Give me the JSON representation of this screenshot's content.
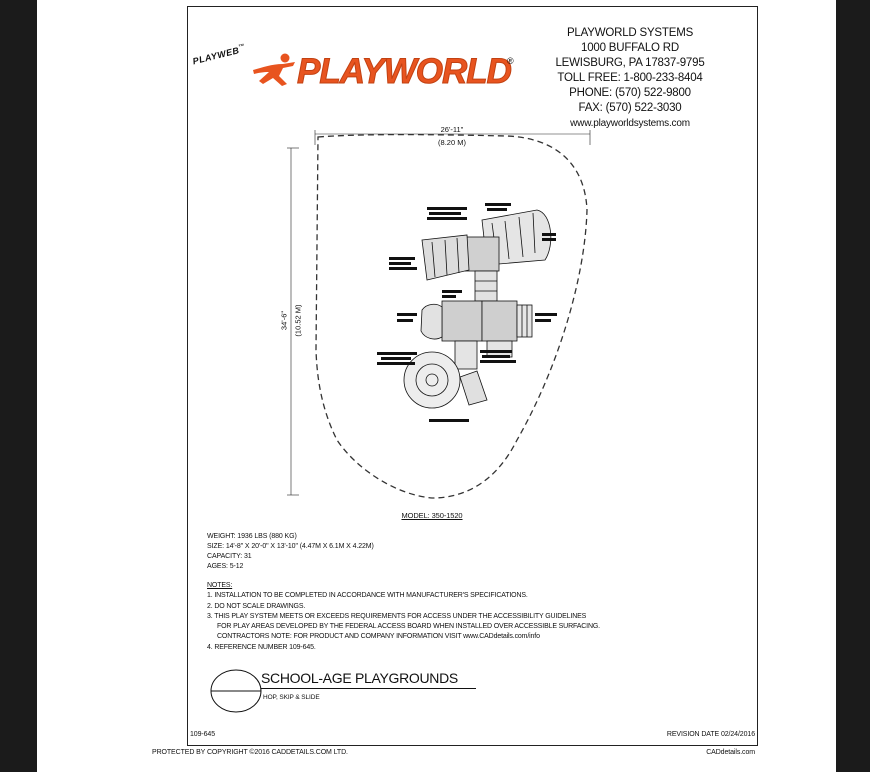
{
  "brand": {
    "playweb": "PLAYWEB",
    "trademark": "™",
    "logo_text": "PLAYWORLD",
    "registered": "®",
    "orange": "#e8541f"
  },
  "contact": {
    "company": "PLAYWORLD SYSTEMS",
    "street": "1000 BUFFALO RD",
    "city": "LEWISBURG, PA 17837-9795",
    "toll_free": "TOLL FREE: 1-800-233-8404",
    "phone": "PHONE: (570) 522-9800",
    "fax": "FAX: (570) 522-3030",
    "website": "www.playworldsystems.com"
  },
  "dimensions": {
    "width_imperial": "26'-11\"",
    "width_metric": "(8.20 M)",
    "height_imperial": "34'-6\"",
    "height_metric": "(10.52 M)"
  },
  "model": "MODEL: 350-1520",
  "specs": {
    "weight": "WEIGHT: 1936 LBS (880 KG)",
    "size": "SIZE: 14'-8\" X 20'-0\" X 13'-10\" (4.47M X 6.1M X 4.22M)",
    "capacity": "CAPACITY: 31",
    "ages": "AGES: 5-12"
  },
  "notes": {
    "heading": "NOTES:",
    "n1": "1.  INSTALLATION TO BE COMPLETED IN ACCORDANCE WITH MANUFACTURER'S SPECIFICATIONS.",
    "n2": "2.  DO NOT SCALE DRAWINGS.",
    "n3a": "3.  THIS PLAY SYSTEM MEETS OR EXCEEDS REQUIREMENTS FOR ACCESS UNDER THE ACCESSIBILITY GUIDELINES",
    "n3b": "FOR PLAY AREAS DEVELOPED BY THE FEDERAL ACCESS BOARD WHEN INSTALLED OVER ACCESSIBLE SURFACING.",
    "n3c": "CONTRACTORS NOTE: FOR PRODUCT AND COMPANY INFORMATION VISIT www.CADdetails.com/info",
    "n4": "4.  REFERENCE NUMBER 109-645."
  },
  "title_block": {
    "title": "SCHOOL-AGE PLAYGROUNDS",
    "subtitle": "HOP, SKIP & SLIDE",
    "ref_number": "109-645",
    "revision": "REVISION DATE 02/24/2016"
  },
  "footer": {
    "copyright": "PROTECTED BY COPYRIGHT ©2016 CADDETAILS.COM LTD.",
    "site": "CADdetails.com"
  }
}
